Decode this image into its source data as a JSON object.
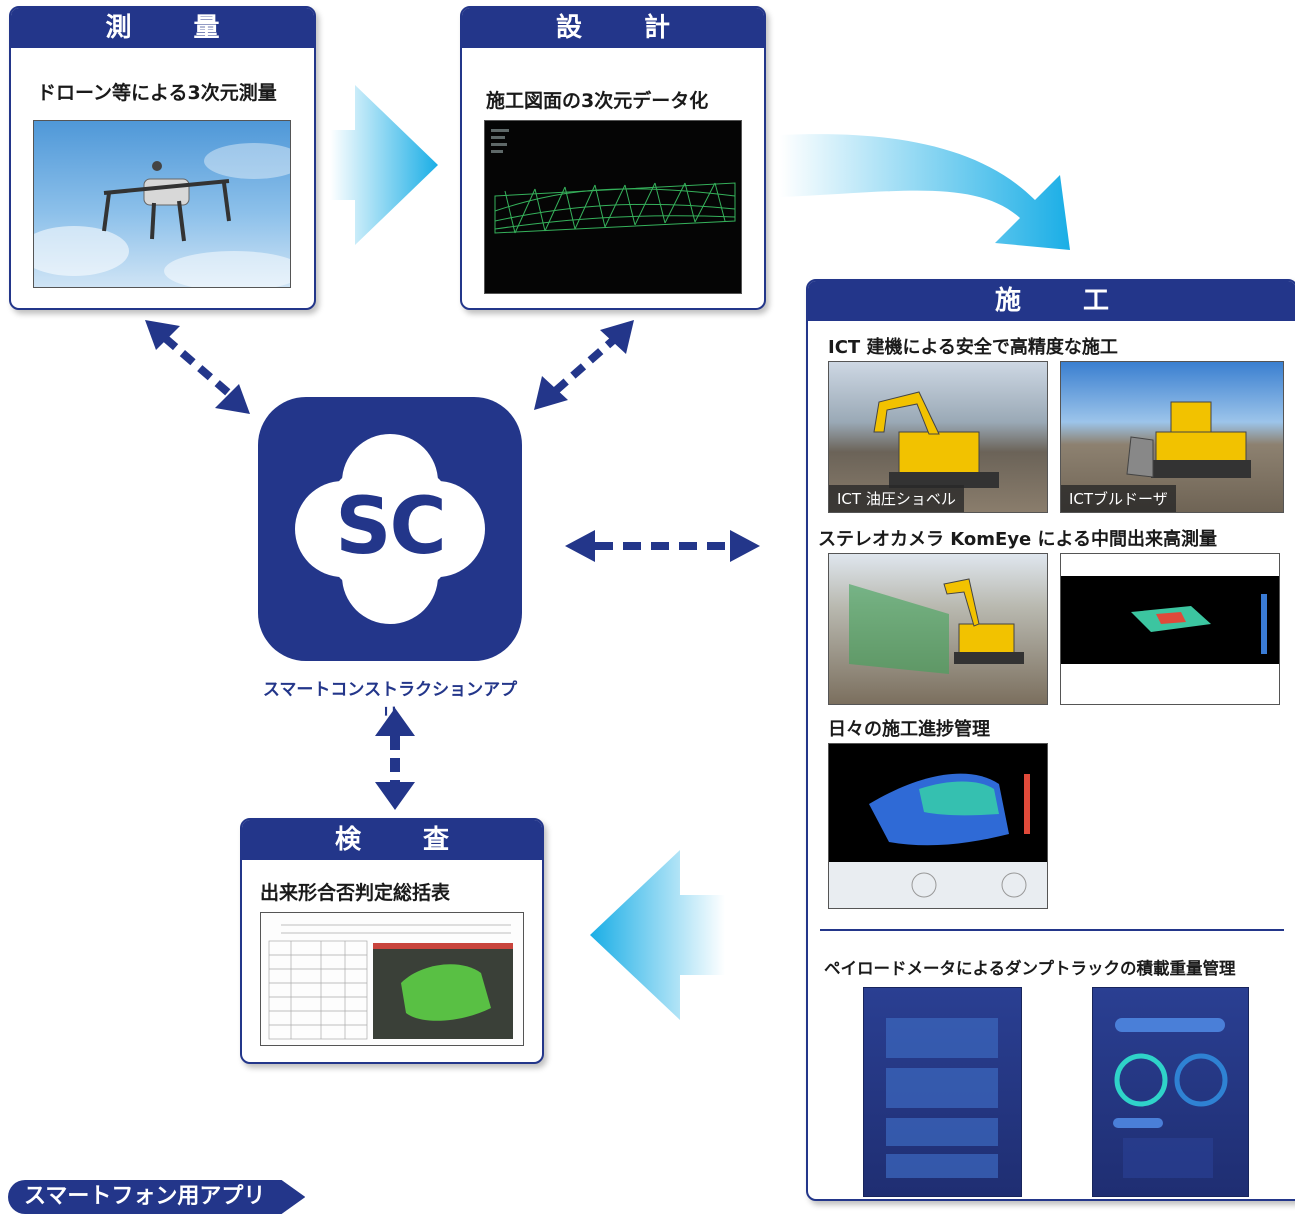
{
  "survey": {
    "title": "測　量",
    "subtitle": "ドローン等による3次元測量"
  },
  "design": {
    "title": "設　計",
    "subtitle": "施工図面の3次元データ化"
  },
  "construction": {
    "title": "施　工",
    "section1": "ICT 建機による安全で高精度な施工",
    "caption_excavator": "ICT 油圧ショベル",
    "caption_bulldozer": "ICTブルドーザ",
    "section2": "ステレオカメラ KomEye による中間出来高測量",
    "section3": "日々の施工進捗管理",
    "section4": "ペイロードメータによるダンプトラックの積載重量管理"
  },
  "inspection": {
    "title": "検　査",
    "subtitle": "出来形合否判定総括表"
  },
  "app": {
    "icon_text": "SC",
    "name": "スマートコンストラクションアプリ"
  },
  "footer": {
    "tag": "スマートフォン用アプリ"
  },
  "colors": {
    "navy": "#23368a",
    "arrow_cyan": "#1fb3e8"
  }
}
